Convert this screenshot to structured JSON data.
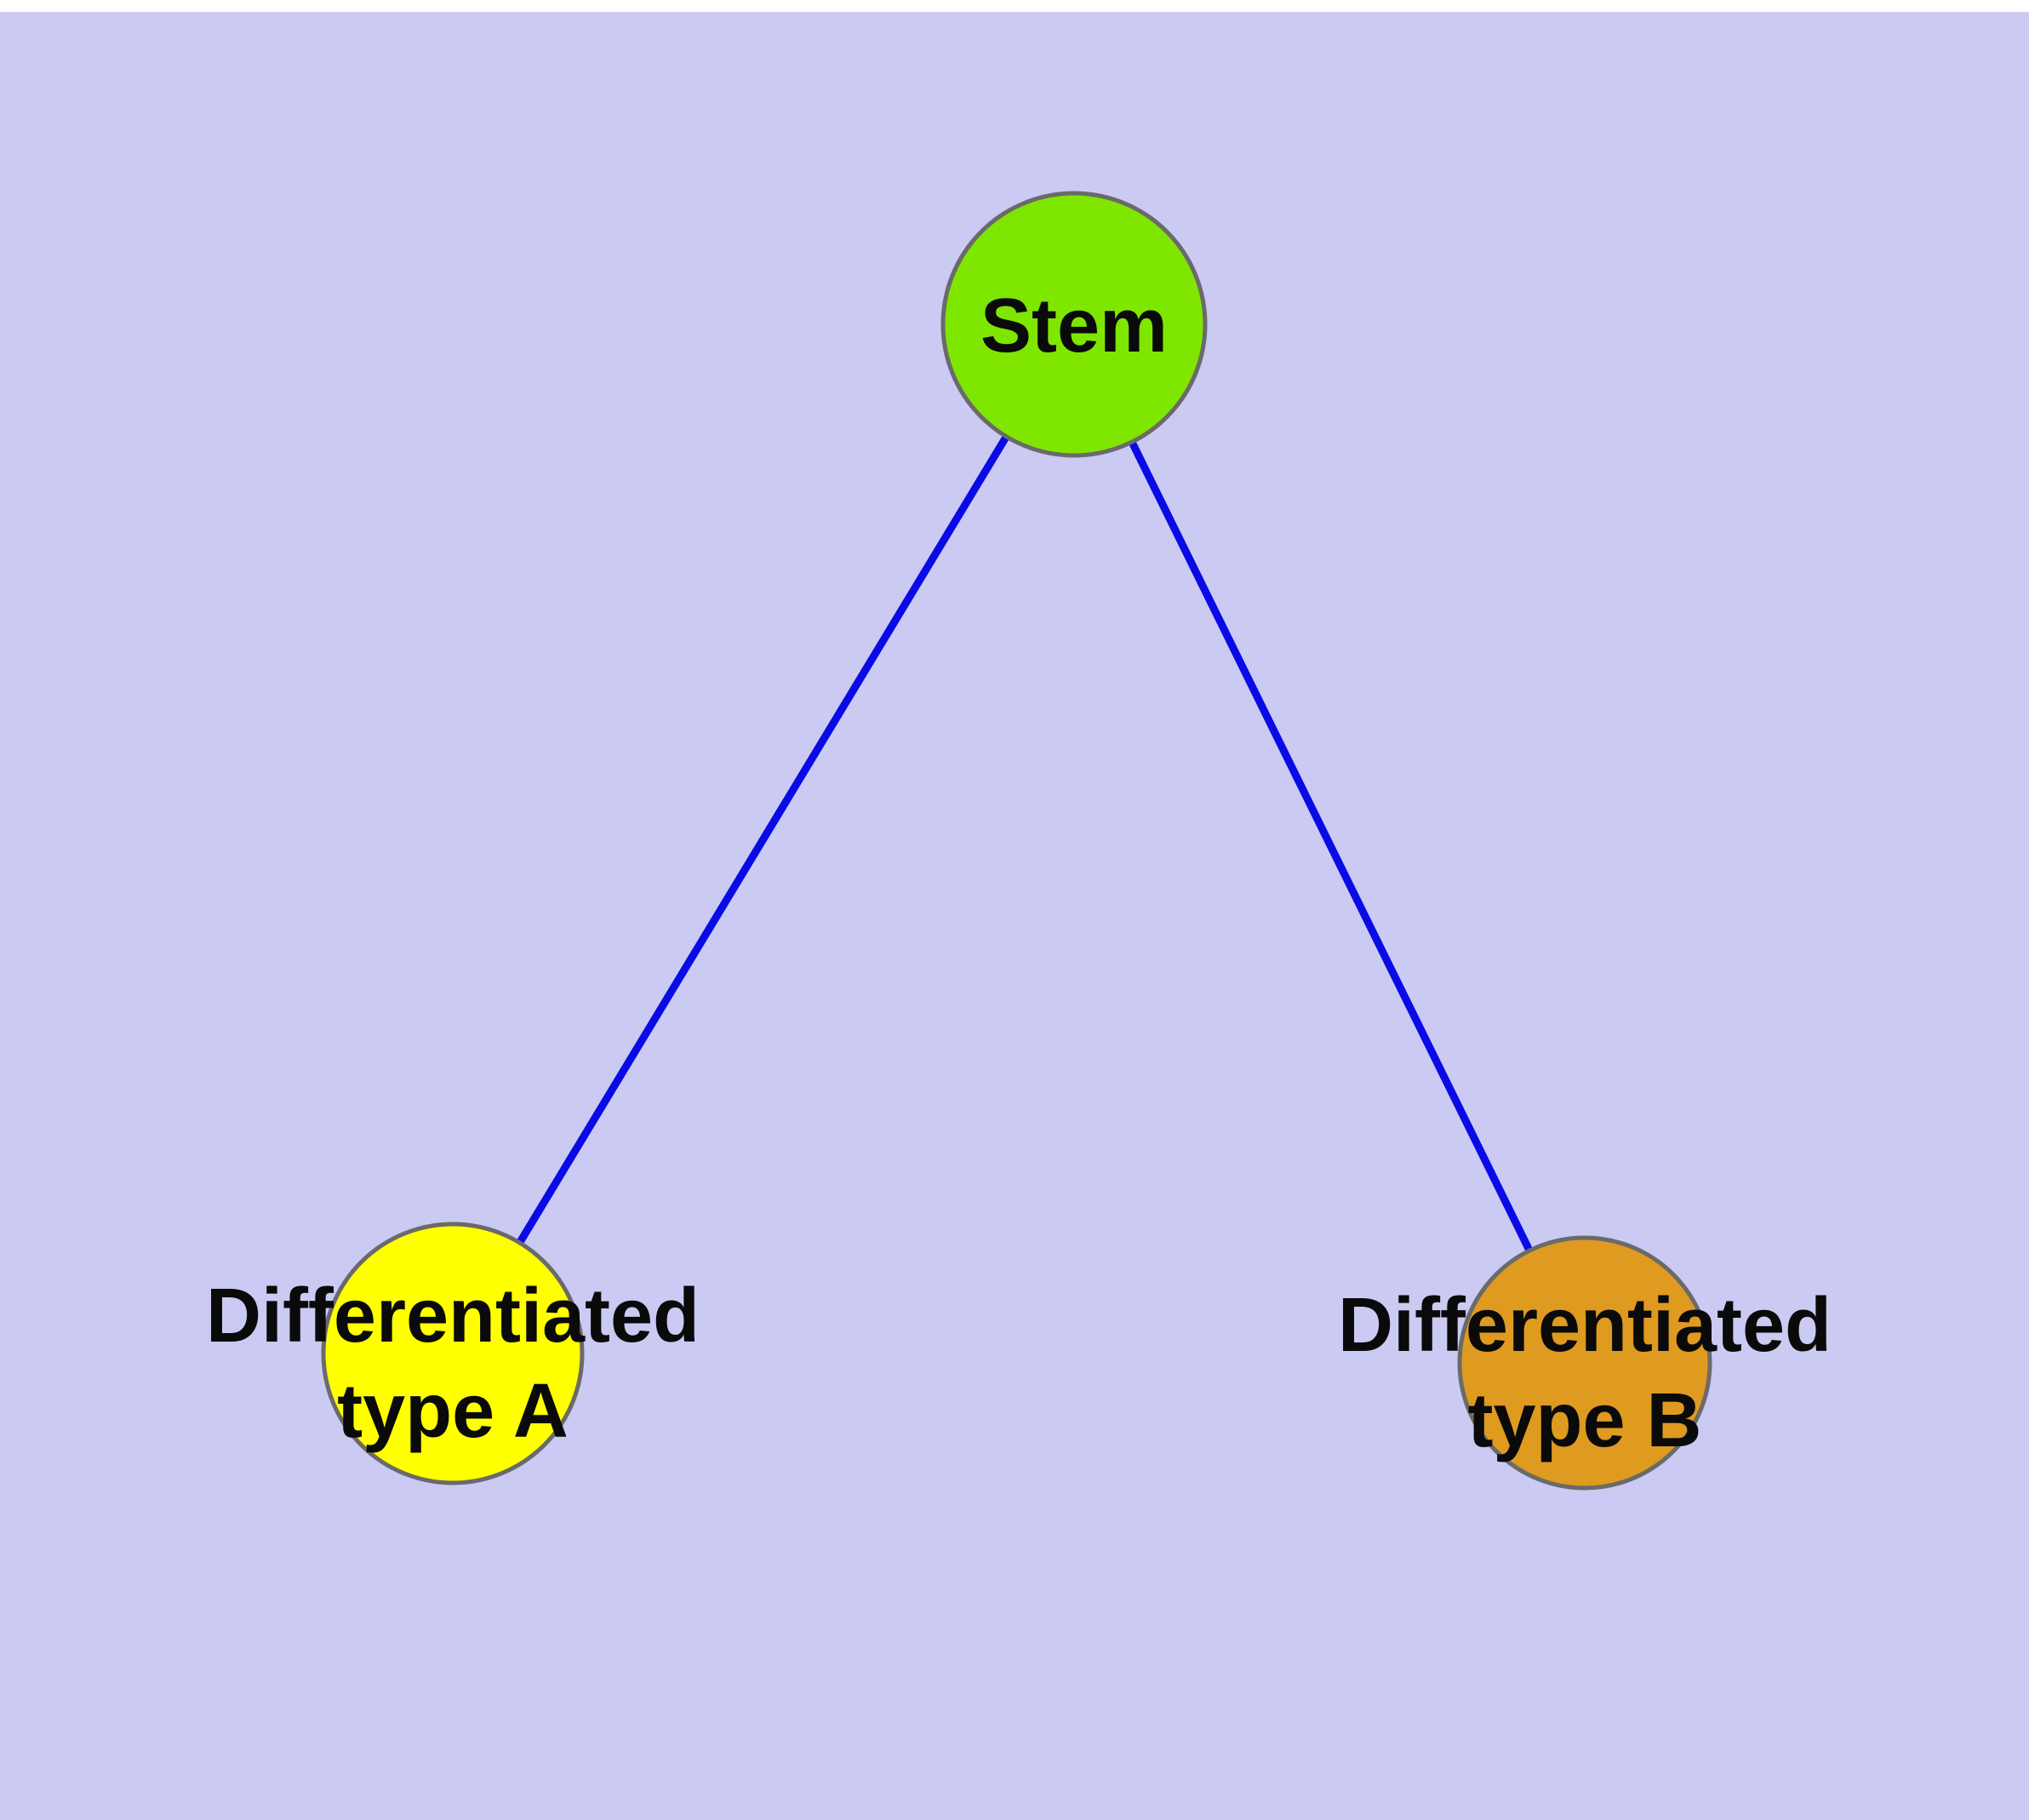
{
  "diagram": {
    "title": "stem-cell-differentiation-graph",
    "background_color": "#cacaf2",
    "top_strip_color": "#ffffff",
    "edge_color": "#0a0ae6",
    "node_border_color": "#6a6a6a",
    "text_color": "#0a0a0a",
    "nodes": [
      {
        "id": "stem",
        "label": "Stem",
        "color": "#7fe600"
      },
      {
        "id": "differentiated-type-a",
        "label_line1": "Differentiated",
        "label_line2": "type A",
        "color": "#ffff00"
      },
      {
        "id": "differentiated-type-b",
        "label_line1": "Differentiated",
        "label_line2": "type B",
        "color": "#df9a20"
      }
    ],
    "edges": [
      {
        "id": "edge-stem-to-a",
        "from": "stem",
        "to": "differentiated-type-a"
      },
      {
        "id": "edge-stem-to-b",
        "from": "stem",
        "to": "differentiated-type-b"
      }
    ]
  }
}
